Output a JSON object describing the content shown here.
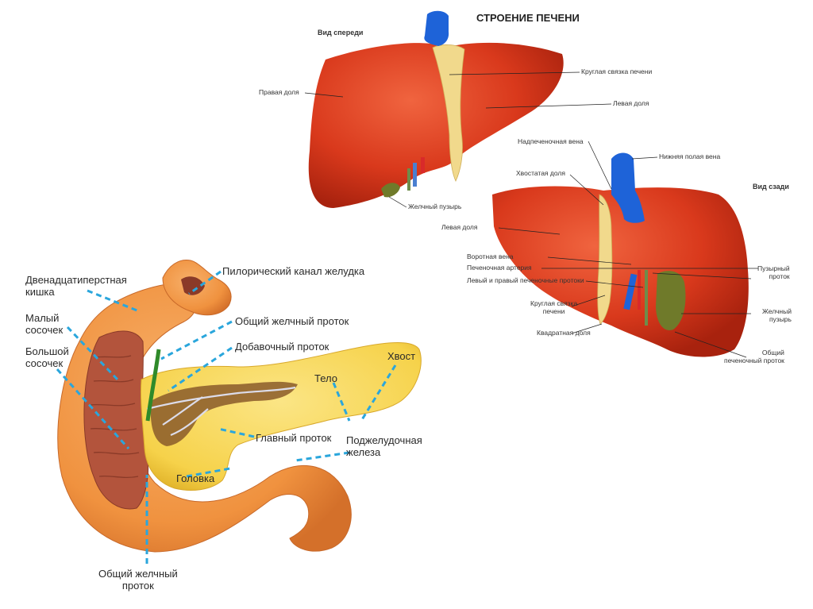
{
  "colors": {
    "liver": "#d9391c",
    "liver_dark": "#a8220e",
    "ligament": "#f1d98c",
    "vein": "#1e63d8",
    "gallbladder": "#6f7a2a",
    "pancreas": "#f6d24a",
    "duodenum": "#f0923f",
    "leader_dash": "#2aa6dc"
  },
  "liver_front": {
    "title": "СТРОЕНИЕ ПЕЧЕНИ",
    "view": "Вид спереди",
    "labels": {
      "right_lobe": "Правая доля",
      "round_ligament": "Круглая связка печени",
      "left_lobe": "Левая доля",
      "gallbladder": "Желчный пузырь"
    }
  },
  "liver_back": {
    "view": "Вид сзади",
    "labels": {
      "hepatic_vein": "Надпеченочная вена",
      "ivc": "Нижняя полая вена",
      "caudate_lobe": "Хвостатая доля",
      "left_lobe": "Левая доля",
      "portal_vein": "Воротная вена",
      "hepatic_artery": "Печеночная артерия",
      "hepatic_ducts": "Левый и правый печеночные протоки",
      "round_ligament": "Круглая связка\nпечени",
      "quadrate_lobe": "Квадратная доля",
      "cystic_duct": "Пузырный\nпроток",
      "gallbladder": "Желчный\nпузырь",
      "common_hepatic_duct": "Общий\nпеченочный проток"
    }
  },
  "pancreas": {
    "labels": {
      "duodenum": "Двенадцатиперстная\nкишка",
      "pyloric_canal": "Пилорический канал желудка",
      "minor_papilla": "Малый\nсосочек",
      "common_bile_duct_top": "Общий желчный проток",
      "major_papilla": "Большой\nсосочек",
      "accessory_duct": "Добавочный проток",
      "tail": "Хвост",
      "body": "Тело",
      "main_duct": "Главный проток",
      "gland": "Поджелудочная\nжелеза",
      "head": "Головка",
      "common_bile_duct_bottom": "Общий желчный\nпроток"
    }
  }
}
